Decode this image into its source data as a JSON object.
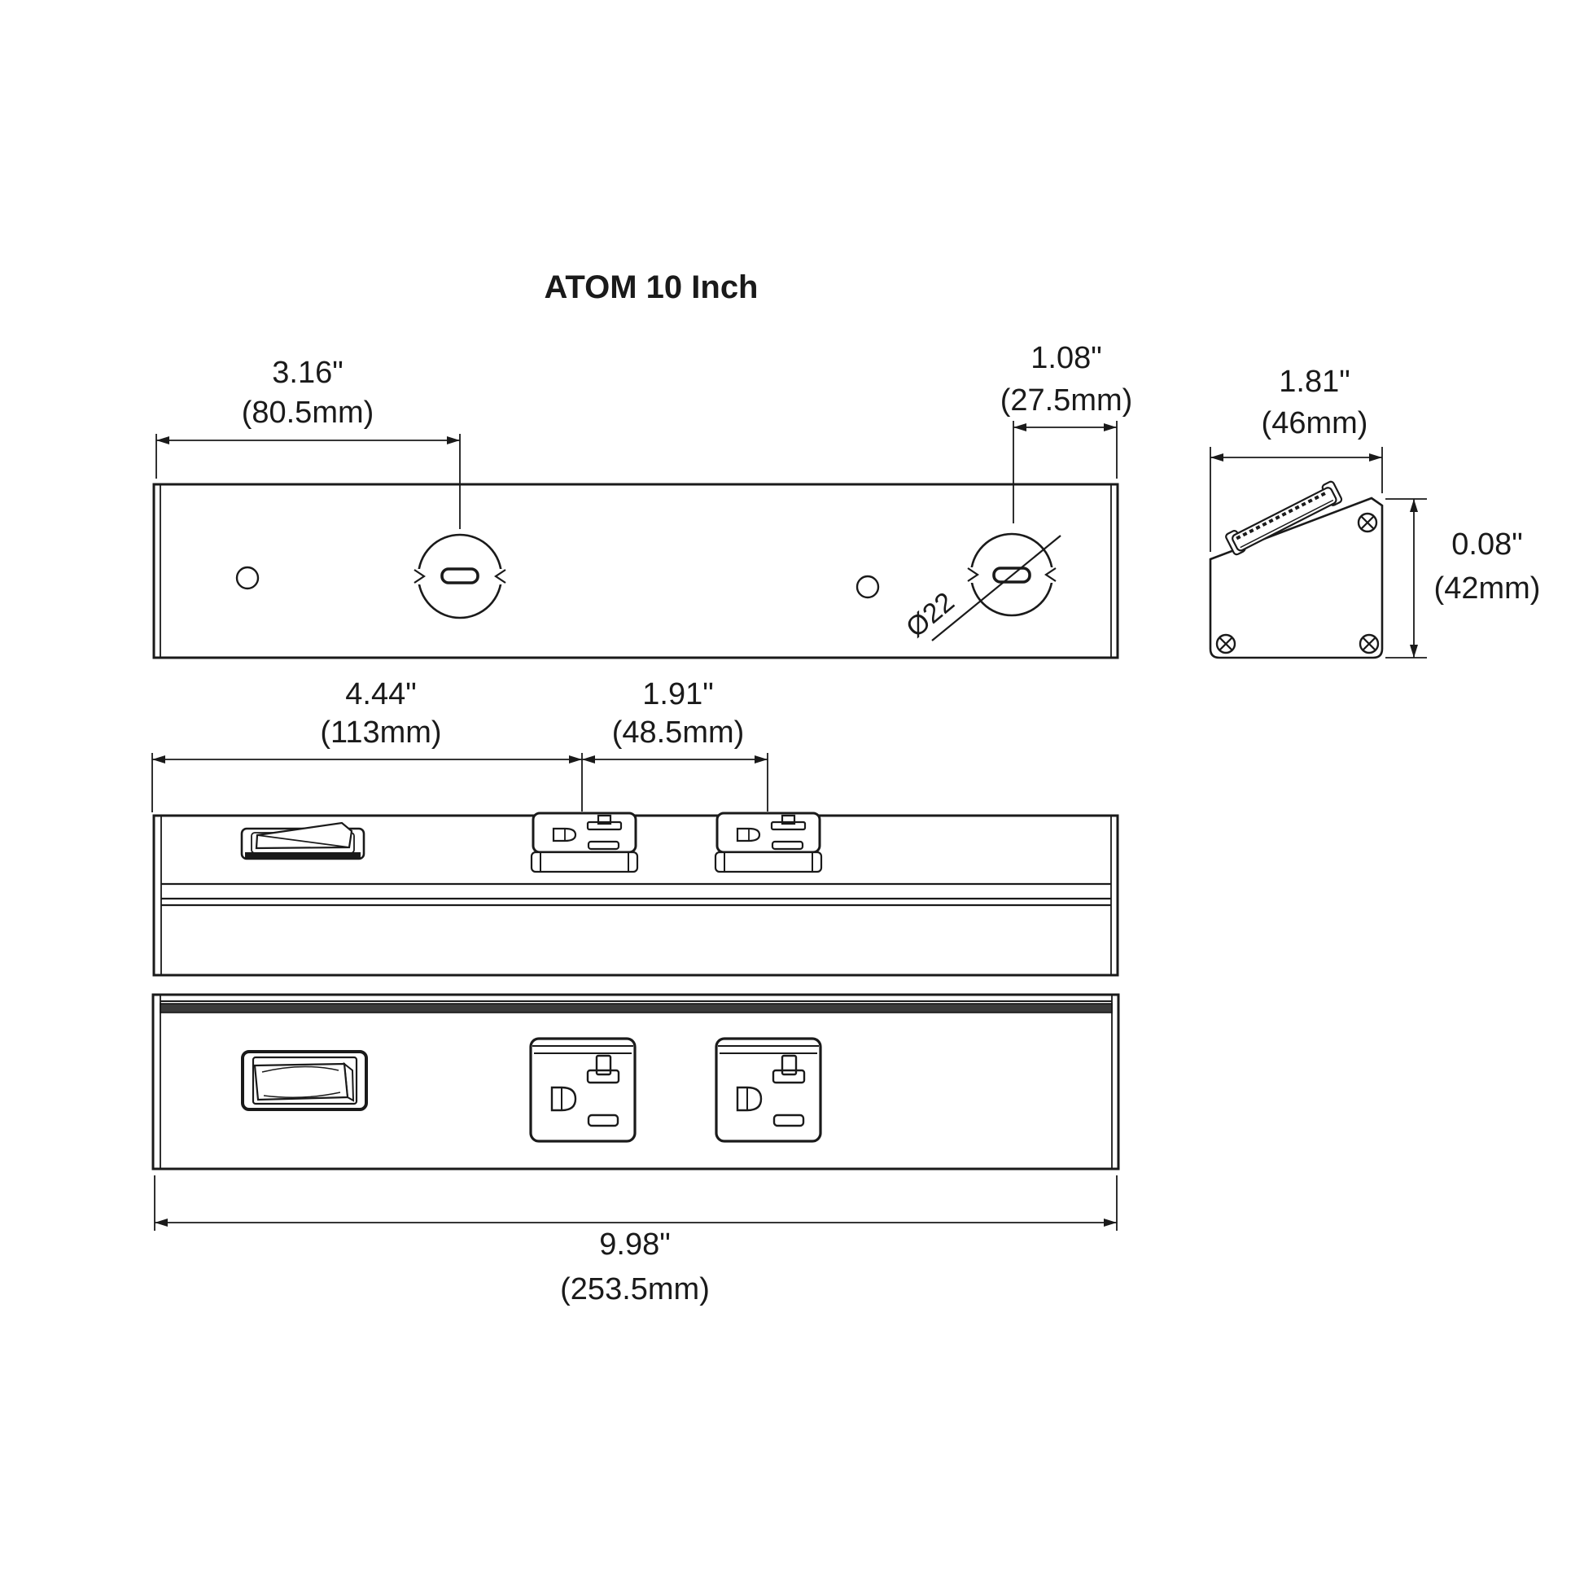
{
  "title": "ATOM 10 Inch",
  "top_view": {
    "knockout_diameter_label": "Ø22",
    "dim_left_knockout": {
      "inches": "3.16\"",
      "metric": "(80.5mm)"
    },
    "dim_right_knockout": {
      "inches": "1.08\"",
      "metric": "(27.5mm)"
    }
  },
  "side_view": {
    "dim_depth": {
      "inches": "1.81\"",
      "metric": "(46mm)"
    },
    "dim_height": {
      "inches": "0.08\"",
      "metric": "(42mm)"
    }
  },
  "front_view": {
    "dim_edge_to_first_outlet": {
      "inches": "4.44\"",
      "metric": "(113mm)"
    },
    "dim_outlet_spacing": {
      "inches": "1.91\"",
      "metric": "(48.5mm)"
    }
  },
  "bottom_view": {
    "dim_overall_length": {
      "inches": "9.98\"",
      "metric": "(253.5mm)"
    }
  },
  "colors": {
    "line": "#1a1a1a",
    "dark_band": "#3a3a3a",
    "background": "#ffffff"
  }
}
